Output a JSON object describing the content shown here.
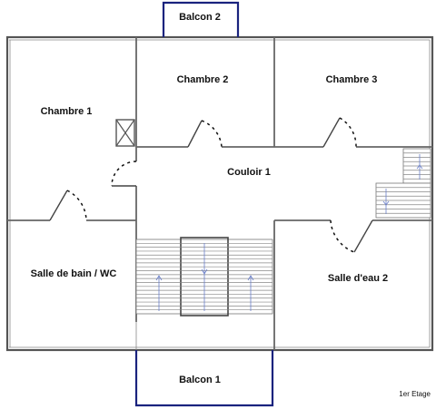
{
  "floor_label": "1er Etage",
  "rooms": {
    "chambre1": "Chambre 1",
    "chambre2": "Chambre 2",
    "chambre3": "Chambre 3",
    "couloir1": "Couloir 1",
    "salle_de_bain": "Salle de bain / WC",
    "salle_deau2": "Salle d'eau 2",
    "balcon1": "Balcon 1",
    "balcon2": "Balcon 2"
  },
  "colors": {
    "walls": "#555555",
    "balcony": "#1a237e",
    "background": "#ffffff"
  }
}
